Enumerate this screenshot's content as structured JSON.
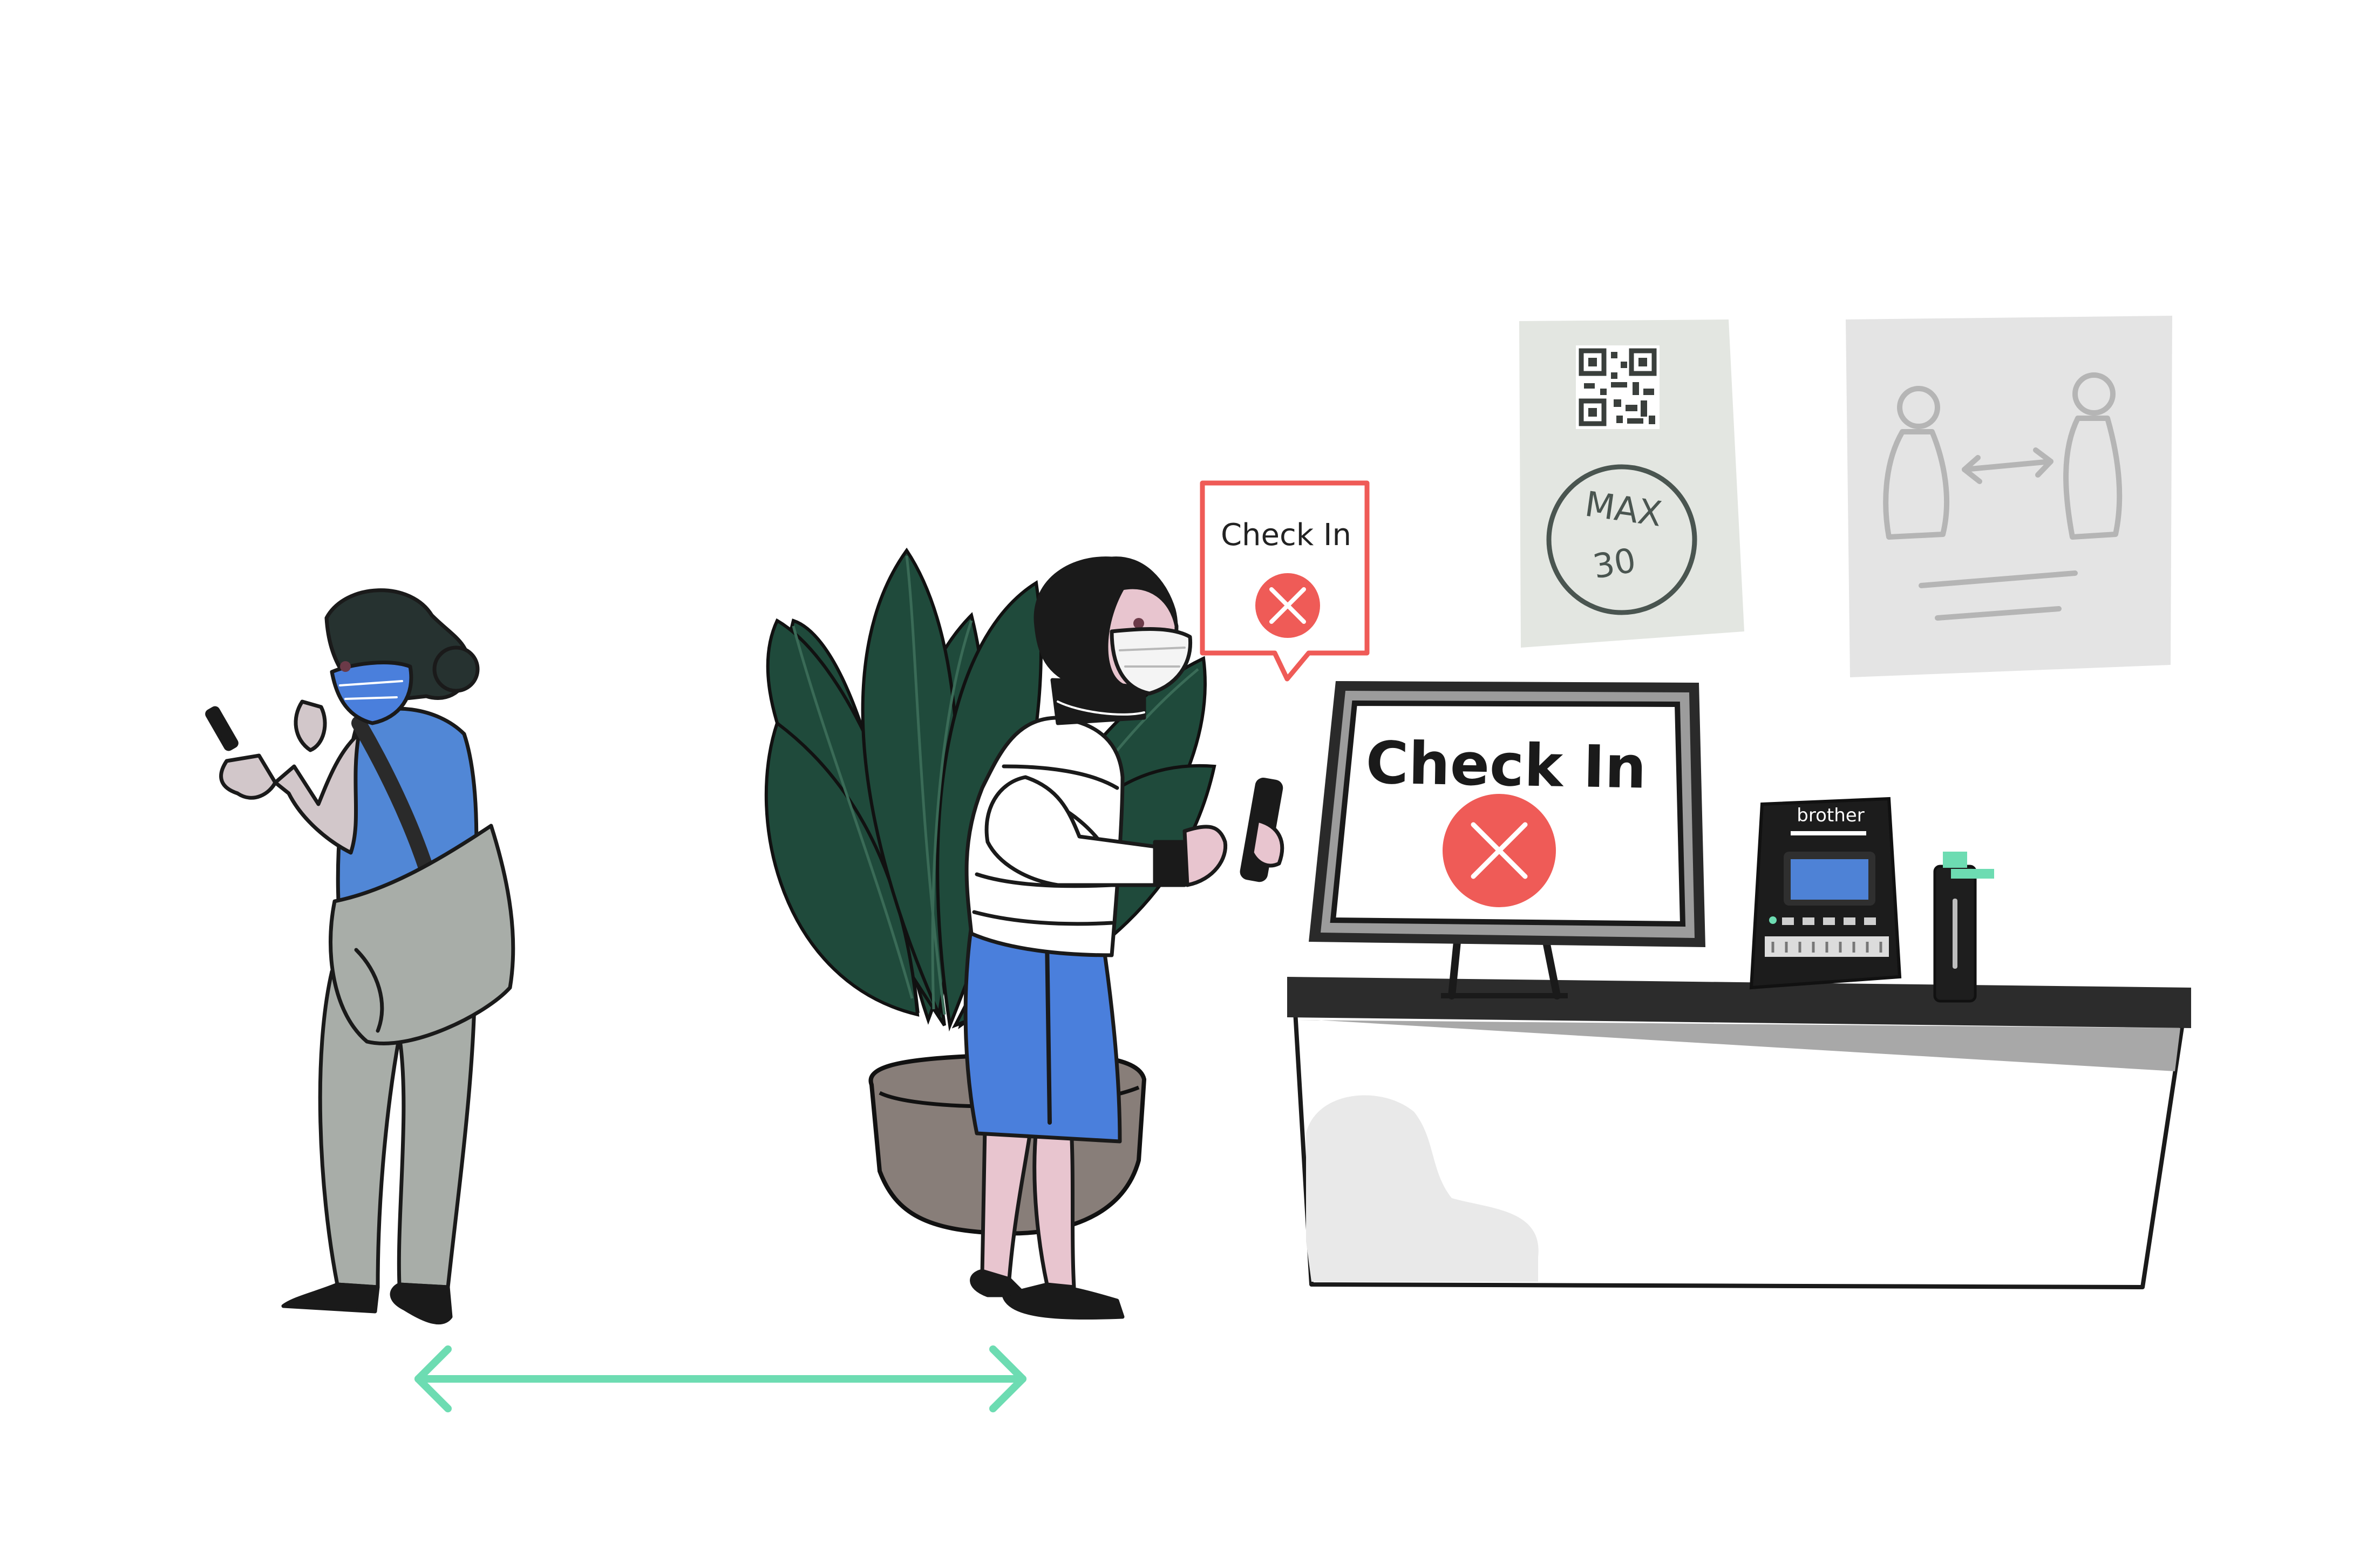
{
  "bubble": {
    "label": "Check In"
  },
  "monitor": {
    "label": "Check In"
  },
  "printer": {
    "brand": "brother"
  },
  "poster": {
    "max_line1": "MAX",
    "max_line2": "30"
  },
  "colors": {
    "error_red": "#ef5b57",
    "distance_arrow": "#6ddcb2",
    "plant_green": "#1f4a3b",
    "skirt_blue": "#4a7fdc",
    "shirt_blue": "#5187d6",
    "outline": "#1a1a1a"
  },
  "icons": {
    "bubble": "close-icon",
    "monitor": "close-icon",
    "qr": "qr-code-icon",
    "distance": "double-arrow-icon"
  }
}
